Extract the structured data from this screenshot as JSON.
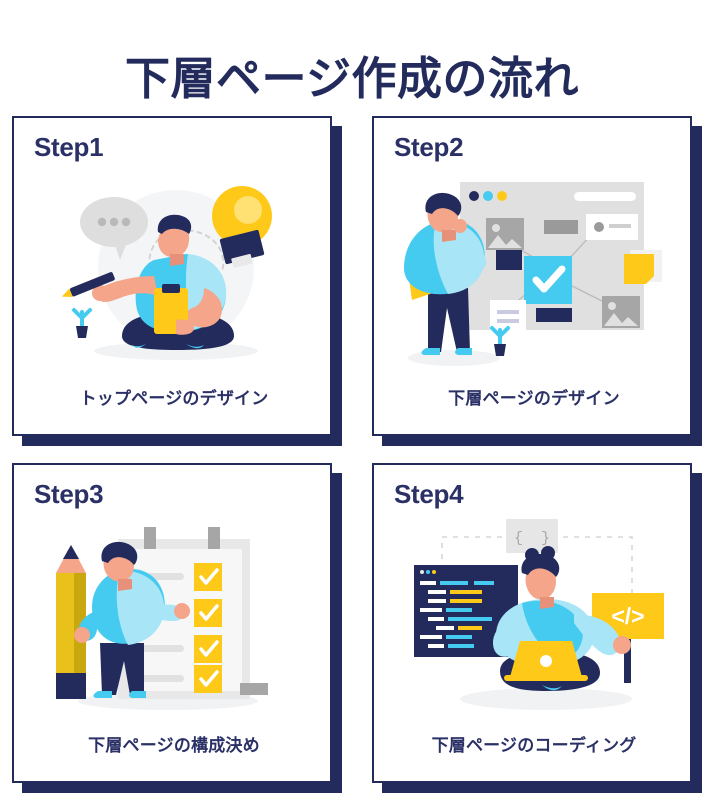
{
  "header": {
    "title": "下層ページ作成の流れ"
  },
  "theme": {
    "navy": "#232b5c",
    "navy_text": "#2b3166",
    "yellow": "#ffc91a",
    "cyan": "#46cbf0",
    "light_cyan": "#a8e6f7",
    "skin": "#f4a58a",
    "grey": "#d8d8d8",
    "white": "#ffffff",
    "page_background": "#ffffff"
  },
  "cards": [
    {
      "step_label": "Step1",
      "caption": "トップページのデザイン",
      "illustration_name": "person-designing-top-page-with-lightbulb"
    },
    {
      "step_label": "Step2",
      "caption": "下層ページのデザイン",
      "illustration_name": "person-reviewing-wireframe-board"
    },
    {
      "step_label": "Step3",
      "caption": "下層ページの構成決め",
      "illustration_name": "person-with-pencil-and-checklist"
    },
    {
      "step_label": "Step4",
      "caption": "下層ページのコーディング",
      "illustration_name": "person-coding-on-laptop-with-code-sign"
    }
  ]
}
